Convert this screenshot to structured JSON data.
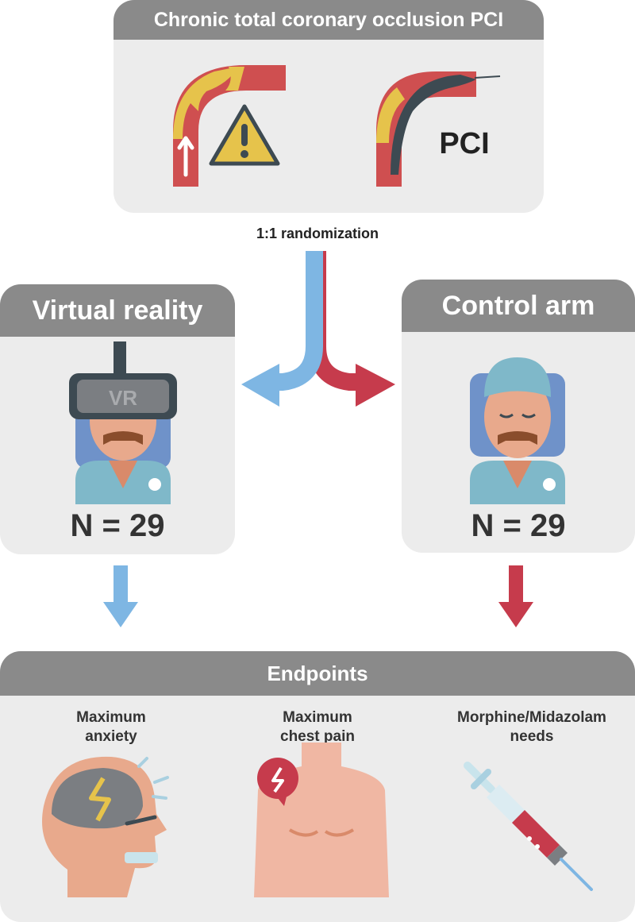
{
  "top": {
    "title": "Chronic total coronary occlusion PCI",
    "pci_label": "PCI"
  },
  "randomization_label": "1:1 randomization",
  "arms": {
    "left": {
      "title": "Virtual reality",
      "visor_text": "VR",
      "n": "N = 29"
    },
    "right": {
      "title": "Control arm",
      "n": "N = 29"
    }
  },
  "endpoints": {
    "title": "Endpoints",
    "items": [
      {
        "label": "Maximum anxiety",
        "line1": "Maximum",
        "line2": "anxiety"
      },
      {
        "label": "Maximum chest pain",
        "line1": "Maximum",
        "line2": "chest pain"
      },
      {
        "label": "Morphine/Midazolam needs",
        "line1": "Morphine/Midazolam",
        "line2": "needs"
      }
    ]
  },
  "colors": {
    "panel": "#ececec",
    "header": "#8a8a8a",
    "vessel_red": "#cf4f50",
    "plaque_yellow": "#e6c34b",
    "blue_arrow": "#7eb6e3",
    "red_arrow": "#c63b4c",
    "skin": "#e8a98c",
    "gown": "#7fb8c9"
  }
}
